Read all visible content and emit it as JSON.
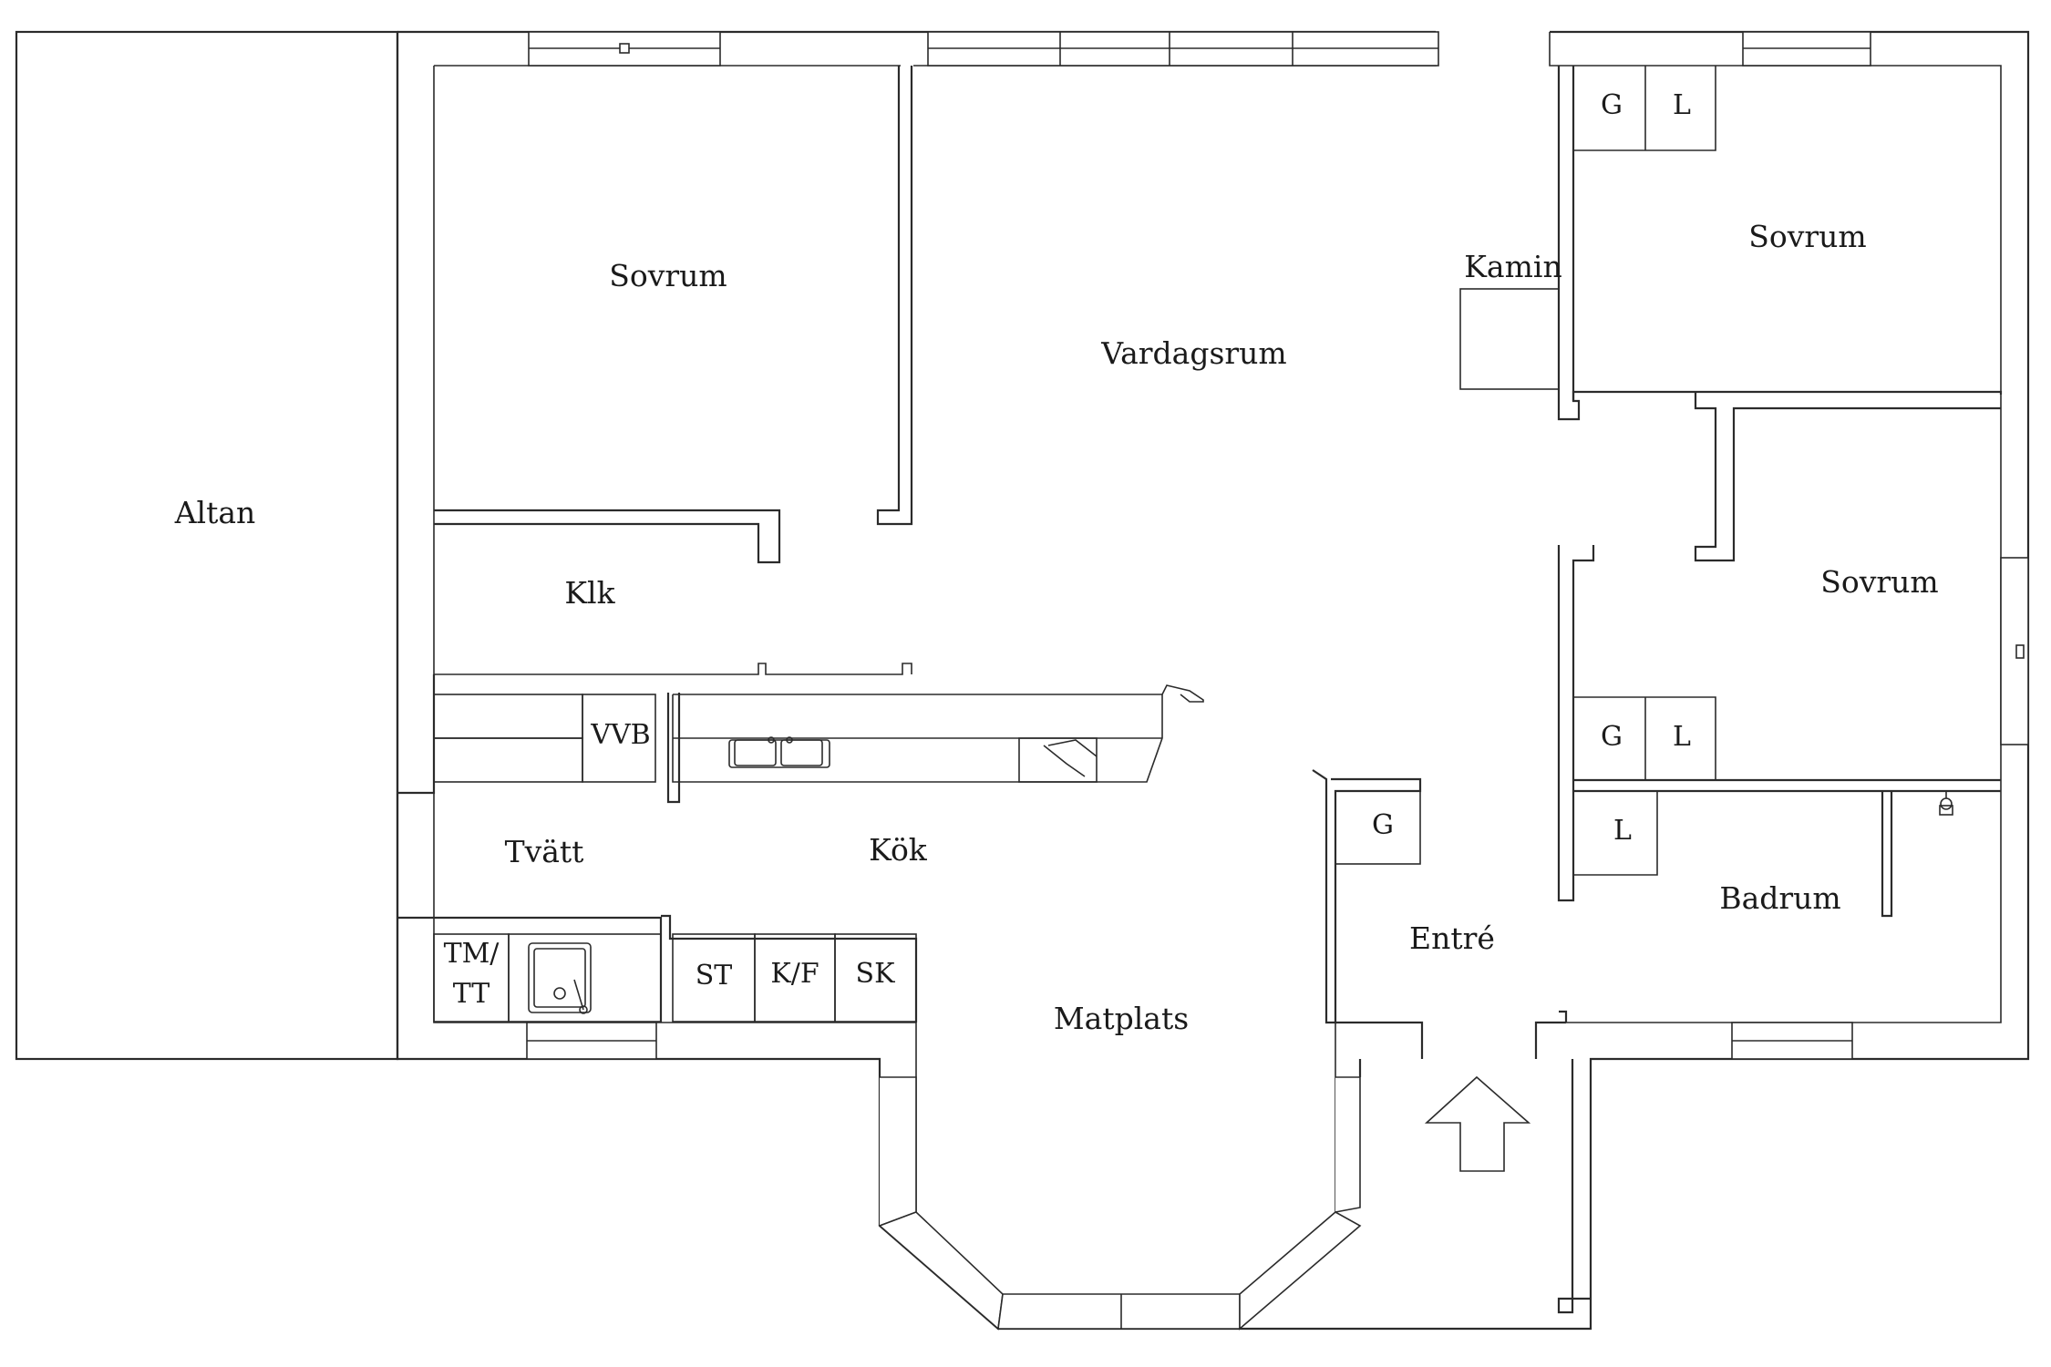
{
  "rooms": {
    "altan": "Altan",
    "sovrum_nw": "Sovrum",
    "vardagsrum": "Vardagsrum",
    "kamin": "Kamin",
    "sovrum_ne": "Sovrum",
    "sovrum_e": "Sovrum",
    "klk": "Klk",
    "vvb": "VVB",
    "tvatt": "Tvätt",
    "kok": "Kök",
    "entre": "Entré",
    "badrum": "Badrum",
    "matplats": "Matplats"
  },
  "fixtures": {
    "g_ne": "G",
    "l_ne": "L",
    "g_e": "G",
    "l_e": "L",
    "g_entre": "G",
    "l_bad": "L",
    "tm": "TM/",
    "tt": "TT",
    "st": "ST",
    "kf": "K/F",
    "sk": "SK"
  },
  "icons": {
    "entrance": "entrance-arrow-icon",
    "kitchen_sink": "double-sink-icon",
    "laundry_sink": "laundry-sink-icon",
    "shower": "shower-head-icon",
    "stove": "stove-icon"
  }
}
